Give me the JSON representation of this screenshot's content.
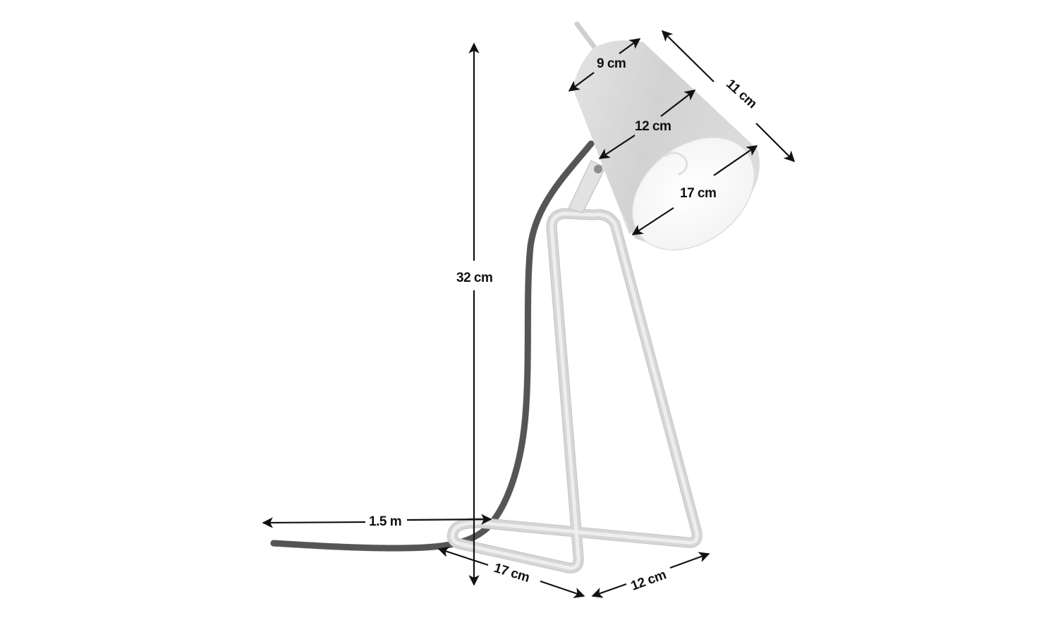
{
  "diagram": {
    "subject": "Table lamp with conical shade, bent tube frame and braided cord",
    "colors": {
      "background": "#ffffff",
      "lamp_body": "#d6d6d6",
      "shade_inner": "#ffffff",
      "cord_pattern": "#555555",
      "dimension_lines": "#111111"
    },
    "dimensions": {
      "shade_top_diameter": "9 cm",
      "shade_length": "11 cm",
      "shade_middle_diameter": "12 cm",
      "shade_opening_diameter": "17 cm",
      "total_height": "32 cm",
      "cord_length": "1.5 m",
      "base_depth": "17 cm",
      "base_width": "12 cm"
    }
  }
}
